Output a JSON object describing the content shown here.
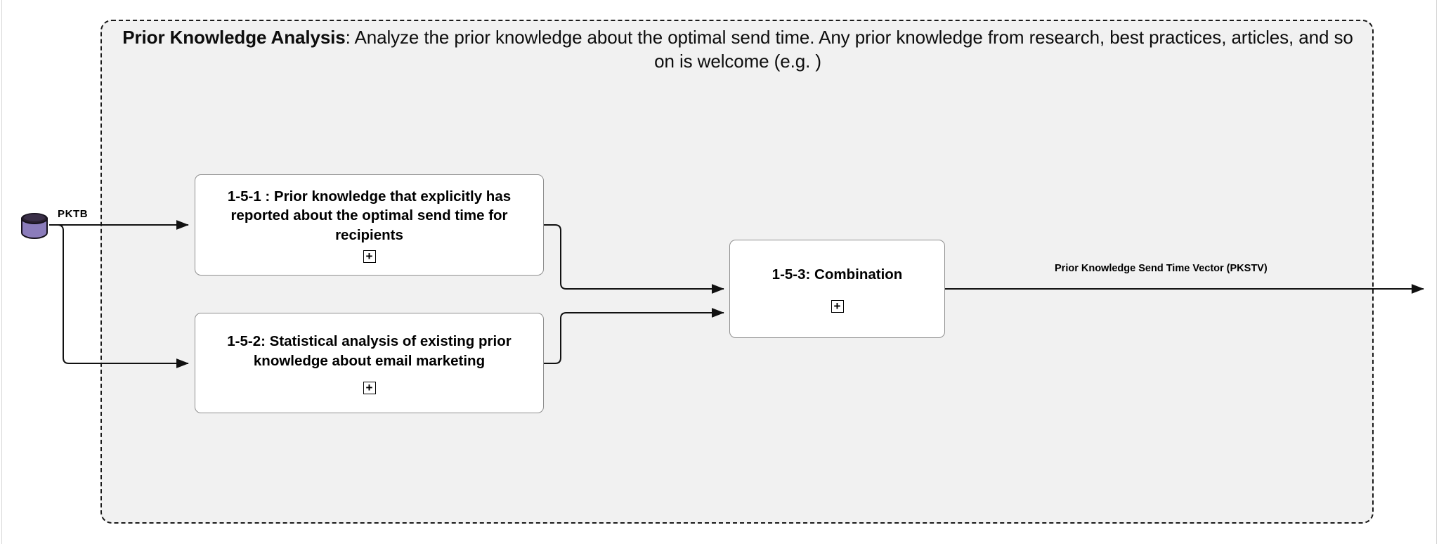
{
  "diagram": {
    "type": "process-flow",
    "group": {
      "title_strong": "Prior Knowledge Analysis",
      "title_rest": ": Analyze the prior knowledge about the optimal send time. Any prior knowledge from research, best practices, articles, and so on is welcome (e.g.  )",
      "fill_color": "#f1f1f1",
      "border_style": "dash-dot",
      "border_color": "#1a1a1a"
    },
    "datastore": {
      "name": "PKTB",
      "icon": "database-cylinder-icon",
      "body_color": "#8b7cbb",
      "top_color": "#2a2030",
      "outline_color": "#1a1a1a"
    },
    "nodes": [
      {
        "id": "1-5-1",
        "label": "1-5-1 : Prior knowledge that explicitly has reported about the optimal send time for recipients",
        "expander": "+",
        "fill_color": "#ffffff",
        "border_color": "#8f8f8f"
      },
      {
        "id": "1-5-2",
        "label": "1-5-2: Statistical analysis of existing prior knowledge about email marketing",
        "expander": "+",
        "fill_color": "#ffffff",
        "border_color": "#8f8f8f"
      },
      {
        "id": "1-5-3",
        "label": "1-5-3: Combination",
        "expander": "+",
        "fill_color": "#ffffff",
        "border_color": "#8f8f8f"
      }
    ],
    "edges": [
      {
        "from": "PKTB",
        "to": "1-5-1",
        "label": "PKTB"
      },
      {
        "from": "PKTB",
        "to": "1-5-2",
        "label": ""
      },
      {
        "from": "1-5-1",
        "to": "1-5-3",
        "label": ""
      },
      {
        "from": "1-5-2",
        "to": "1-5-3",
        "label": ""
      },
      {
        "from": "1-5-3",
        "to": "output",
        "label": "Prior Knowledge Send Time Vector (PKSTV)"
      }
    ],
    "output_label": "Prior Knowledge Send Time Vector (PKSTV)"
  }
}
